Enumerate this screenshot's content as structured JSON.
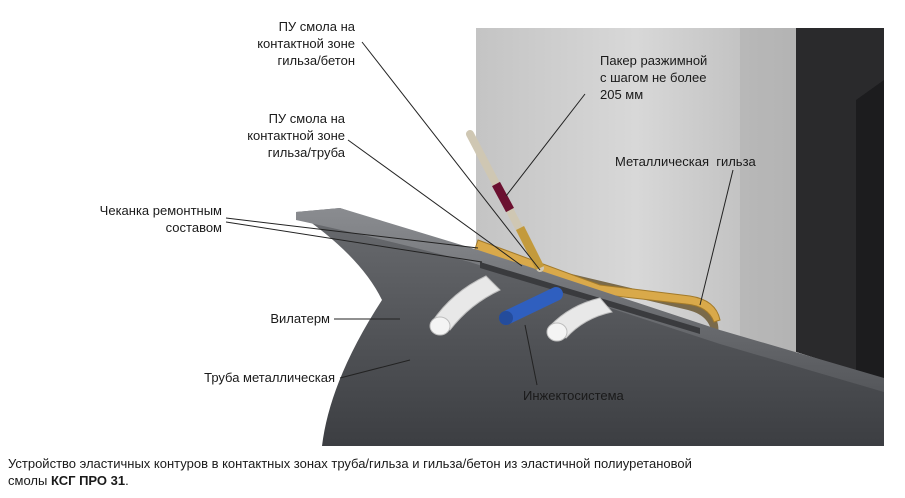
{
  "labels": {
    "pu_concrete": [
      "ПУ смола на",
      "контактной зоне",
      "гильза/бетон"
    ],
    "pu_pipe": [
      "ПУ смола на",
      "контактной зоне",
      "гильза/труба"
    ],
    "packer": [
      "Пакер разжимной",
      "с шагом не более",
      "205 мм"
    ],
    "metal_sleeve": "Металлическая  гильза",
    "caulking": [
      "Чеканка ремонтным",
      "составом"
    ],
    "vilaterm": "Вилатерм",
    "pipe": "Труба металлическая",
    "injection": "Инжектосистема"
  },
  "caption": {
    "line1": "Устройство эластичных контуров в контактных зонах труба/гильза и гильза/бетон из эластичной полиуретановой",
    "line2_pre": "смолы ",
    "line2_bold": "КСГ ПРО 31",
    "line2_post": "."
  },
  "colors": {
    "concrete": "#cfcfcf",
    "pipe": "#56585c",
    "resin": "#d9a94a",
    "injection_tube": "#2f5fbf",
    "packer_band": "#6b1030",
    "vilaterm": "#e6e6e6"
  }
}
